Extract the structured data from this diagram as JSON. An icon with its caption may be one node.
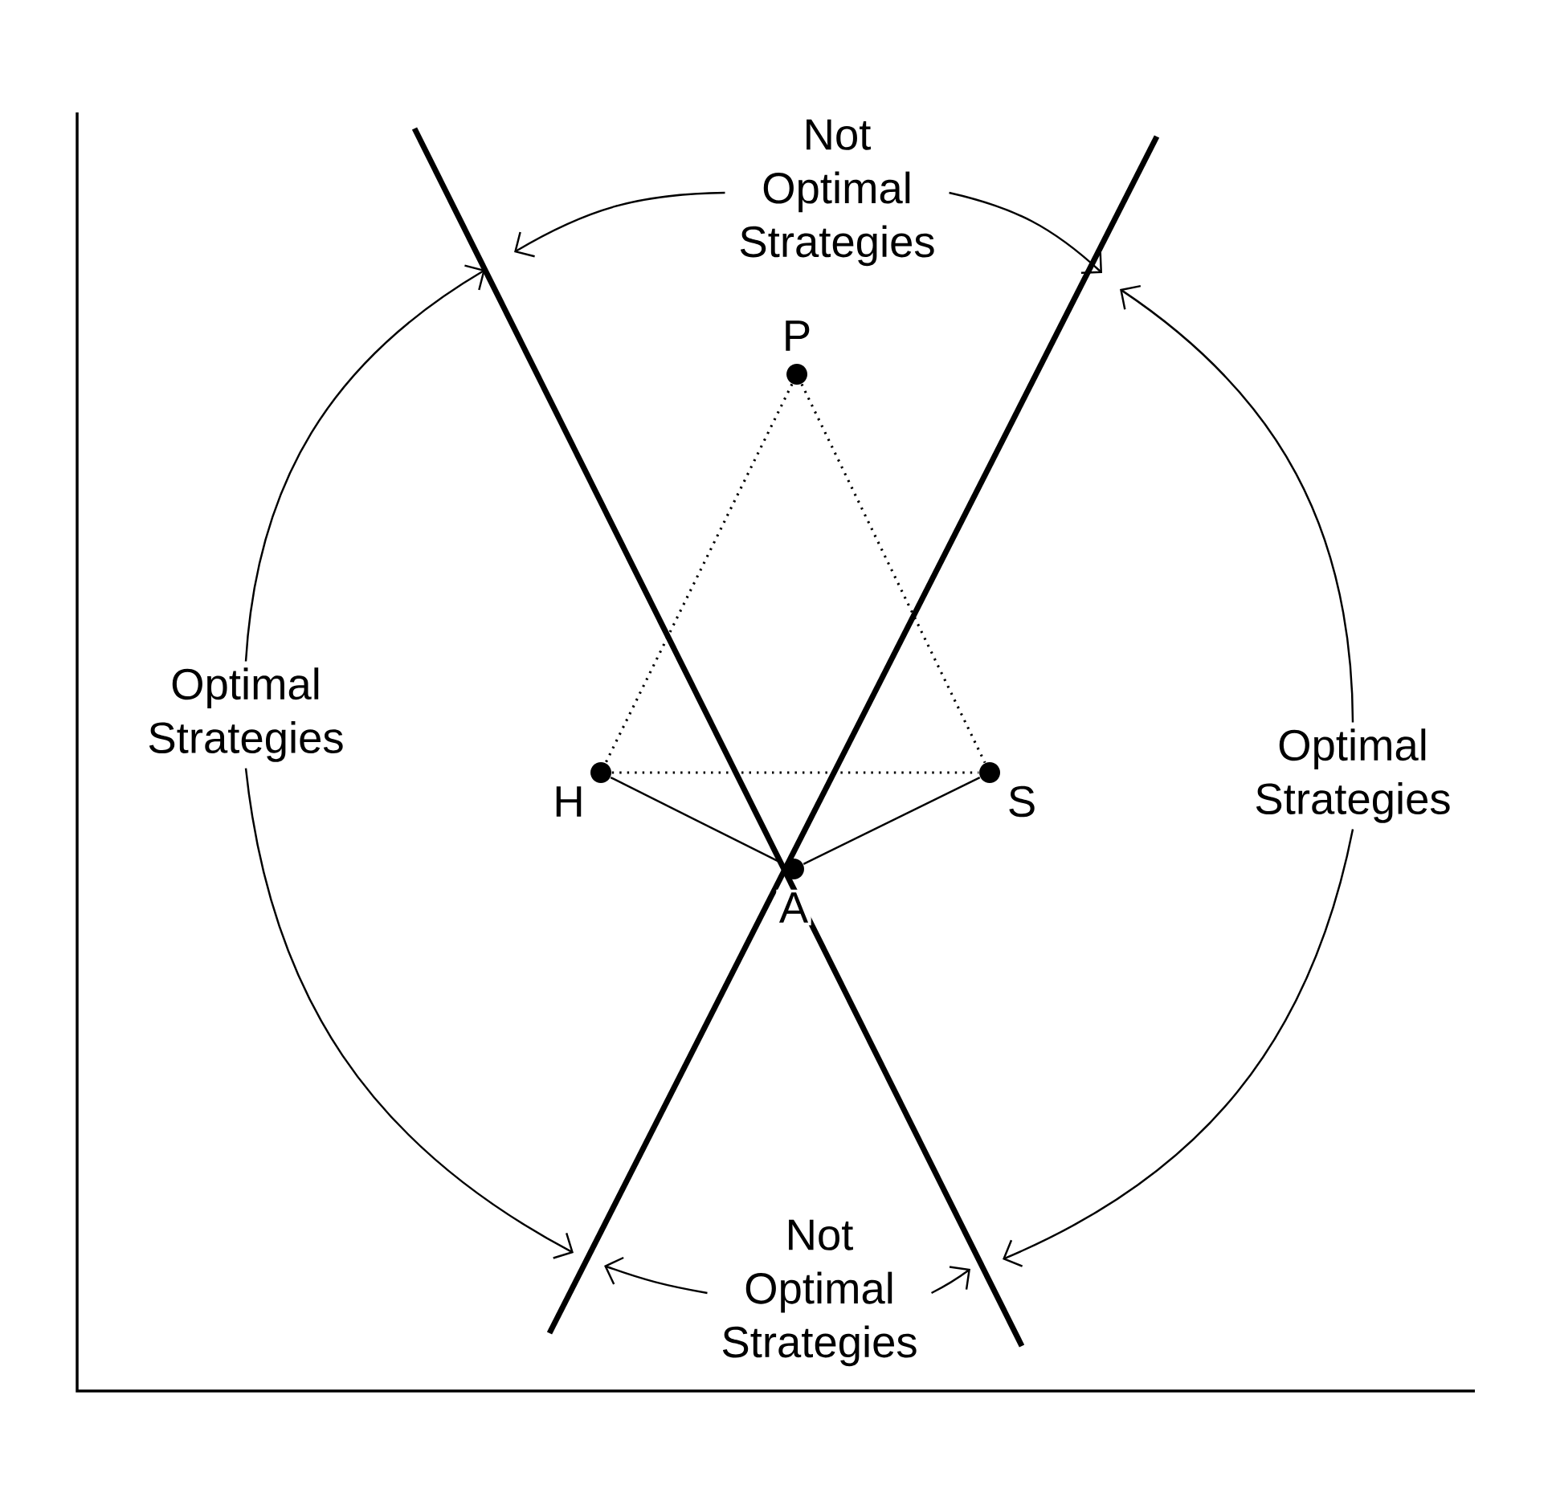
{
  "diagram": {
    "nodes": [
      {
        "text": [
          "Not Optimal Strategies"
        ]
      },
      {
        "text": [],
        "shape": "circle",
        "beside": [
          "P"
        ]
      },
      {
        "text": [
          "Optimal Strategies"
        ]
      },
      {
        "text": [],
        "shape": "circle",
        "beside": [
          "H"
        ]
      },
      {
        "text": [],
        "shape": "circle",
        "beside": [
          "S"
        ]
      },
      {
        "text": [
          "Optimal Strategies"
        ]
      },
      {
        "text": [],
        "shape": "circle",
        "beside": [
          "A"
        ]
      },
      {
        "text": [
          "Not Optimal Strategies"
        ]
      }
    ],
    "edges": [
      {
        "from": 1,
        "to": 3,
        "arrow": "none",
        "style": "dashed"
      },
      {
        "from": 1,
        "to": 4,
        "arrow": "none",
        "style": "dashed"
      },
      {
        "from": 3,
        "to": 4,
        "arrow": "none",
        "style": "dashed"
      },
      {
        "from": 3,
        "to": 6,
        "arrow": "none"
      },
      {
        "from": 4,
        "to": 6,
        "arrow": "none"
      },
      {
        "from": 0,
        "to": null,
        "arrow": "to"
      },
      {
        "from": 0,
        "to": null,
        "arrow": "to"
      },
      {
        "from": 2,
        "to": null,
        "arrow": "to"
      },
      {
        "from": 2,
        "to": null,
        "arrow": "to"
      },
      {
        "from": 5,
        "to": null,
        "arrow": "to"
      },
      {
        "from": 5,
        "to": null,
        "arrow": "to"
      },
      {
        "from": 7,
        "to": null,
        "arrow": "to"
      },
      {
        "from": 7,
        "to": null,
        "arrow": "to"
      }
    ]
  }
}
